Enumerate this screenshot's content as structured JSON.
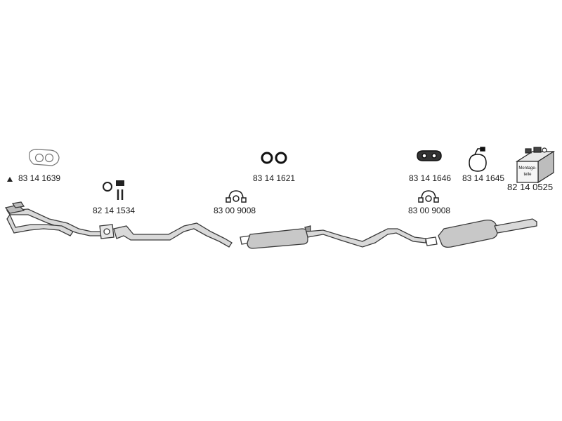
{
  "parts": {
    "gasket_front": {
      "number": "83 14 1639",
      "icon": "gasket-icon",
      "marker": "triangle-marker"
    },
    "ring_bolts": {
      "number": "82 14 1534",
      "icon": "ring-and-bolts-icon"
    },
    "o_rings": {
      "number": "83 14 1621",
      "icon": "o-rings-icon"
    },
    "clamp_front": {
      "number": "83 00 9008",
      "icon": "clamp-icon"
    },
    "rubber_mount": {
      "number": "83 14 1646",
      "icon": "rubber-mount-icon"
    },
    "hanger": {
      "number": "83 14 1645",
      "icon": "hanger-icon"
    },
    "clamp_rear": {
      "number": "83 00 9008",
      "icon": "clamp-icon"
    },
    "mounting_kit": {
      "number": "82 14 0525",
      "icon": "mounting-kit-box-icon",
      "box_text_1": "Montage-",
      "box_text_2": "teile"
    }
  },
  "colors": {
    "line": "#3a3a3a",
    "pipe_fill": "#d9d9d9",
    "muffler_fill": "#c8c8c8"
  }
}
